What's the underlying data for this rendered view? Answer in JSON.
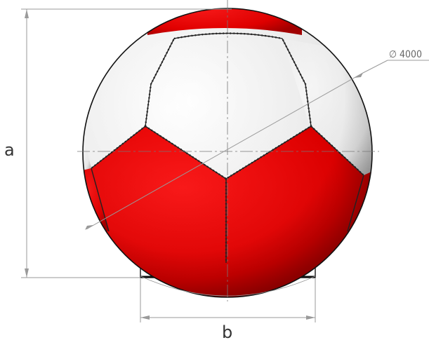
{
  "labels": {
    "height": "a",
    "width": "b",
    "diameter": "∅ 4000"
  },
  "colors": {
    "panel_red": "#ee0000",
    "panel_white": "#ffffff",
    "dimension_line": "#9a9a9a",
    "stitch": "#333333"
  }
}
